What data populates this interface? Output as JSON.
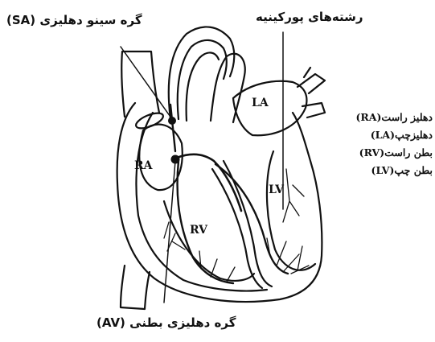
{
  "labels": {
    "sa_node": "(SA) گره سینو دهلیزی",
    "purkinje": "رشته‌های پورکینیه",
    "av_node": "(AV) گره دهلیزی بطنی",
    "ra": "RA",
    "la": "LA",
    "rv": "RV",
    "lv": "LV"
  },
  "legend": [
    {
      "abbr": "RA",
      "text": "(RA)دهلیز راست"
    },
    {
      "abbr": "LA",
      "text": "(LA)دهلیزچپ"
    },
    {
      "abbr": "RV",
      "text": "(RV)بطن راست"
    },
    {
      "abbr": "LV",
      "text": "(LV)بطن چپ"
    }
  ],
  "colors": {
    "ink": "#111111",
    "background": "#ffffff"
  }
}
